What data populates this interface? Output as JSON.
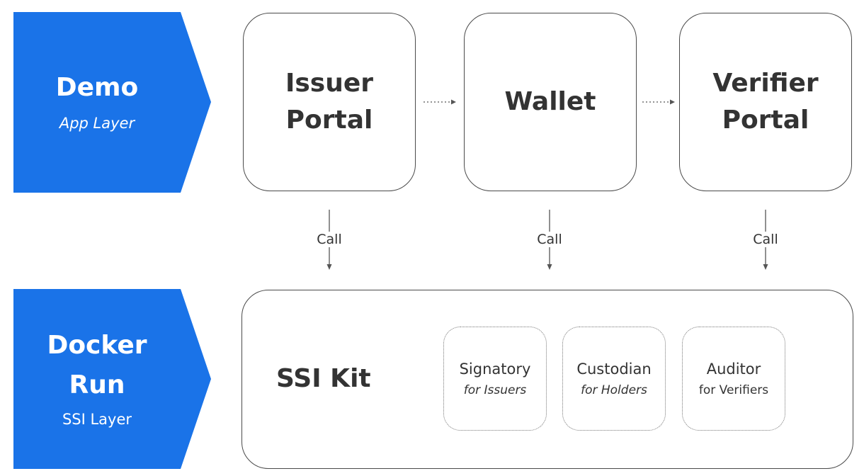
{
  "layers": {
    "app": {
      "title": "Demo",
      "subtitle": "App Layer"
    },
    "ssi": {
      "title": "Docker\nRun",
      "subtitle": "SSI Layer"
    }
  },
  "apps": {
    "issuer": {
      "label": "Issuer\nPortal"
    },
    "wallet": {
      "label": "Wallet"
    },
    "verifier": {
      "label": "Verifier\nPortal"
    }
  },
  "call_label": "Call",
  "ssi_kit": {
    "title": "SSI Kit",
    "services": [
      {
        "name": "Signatory",
        "role": "for Issuers"
      },
      {
        "name": "Custodian",
        "role": "for Holders"
      },
      {
        "name": "Auditor",
        "role": "for Verifiers"
      }
    ]
  },
  "colors": {
    "layer_tag": "#1a73e8",
    "box_border": "#4a4a4a",
    "text": "#333333"
  }
}
